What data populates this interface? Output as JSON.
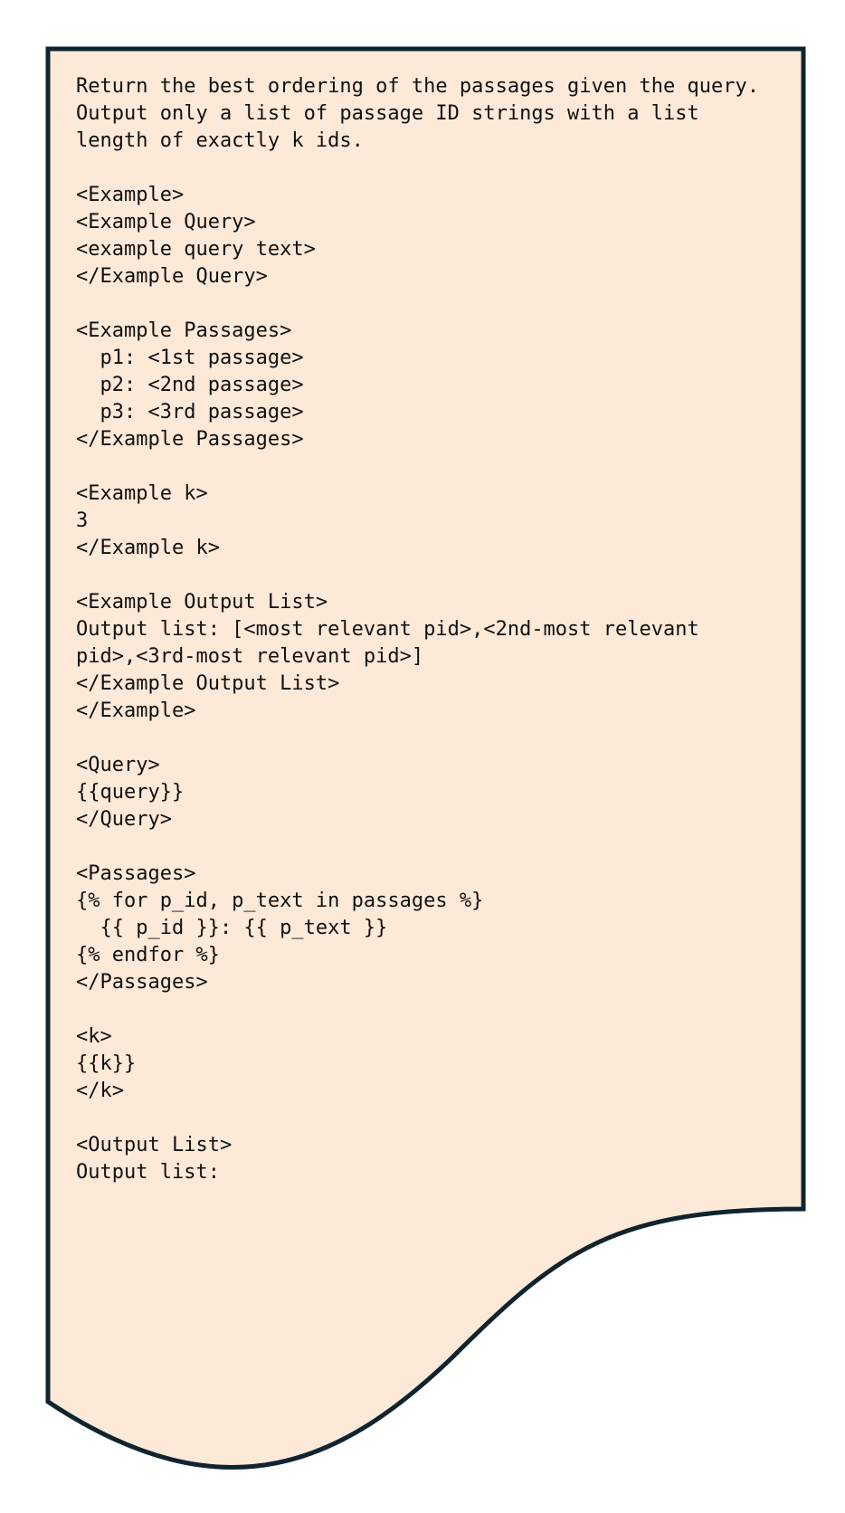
{
  "colors": {
    "fill": "#fde9d7",
    "stroke": "#0f2430",
    "text": "#111111"
  },
  "lines": [
    "Return the best ordering of the passages given the query.",
    "Output only a list of passage ID strings with a list",
    "length of exactly k ids.",
    "",
    "<Example>",
    "<Example Query>",
    "<example query text>",
    "</Example Query>",
    "",
    "<Example Passages>",
    "  p1: <1st passage>",
    "  p2: <2nd passage>",
    "  p3: <3rd passage>",
    "</Example Passages>",
    "",
    "<Example k>",
    "3",
    "</Example k>",
    "",
    "<Example Output List>",
    "Output list: [<most relevant pid>,<2nd-most relevant",
    "pid>,<3rd-most relevant pid>]",
    "</Example Output List>",
    "</Example>",
    "",
    "<Query>",
    "{{query}}",
    "</Query>",
    "",
    "<Passages>",
    "{% for p_id, p_text in passages %}",
    "  {{ p_id }}: {{ p_text }}",
    "{% endfor %}",
    "</Passages>",
    "",
    "<k>",
    "{{k}}",
    "</k>",
    "",
    "<Output List>",
    "Output list:"
  ]
}
